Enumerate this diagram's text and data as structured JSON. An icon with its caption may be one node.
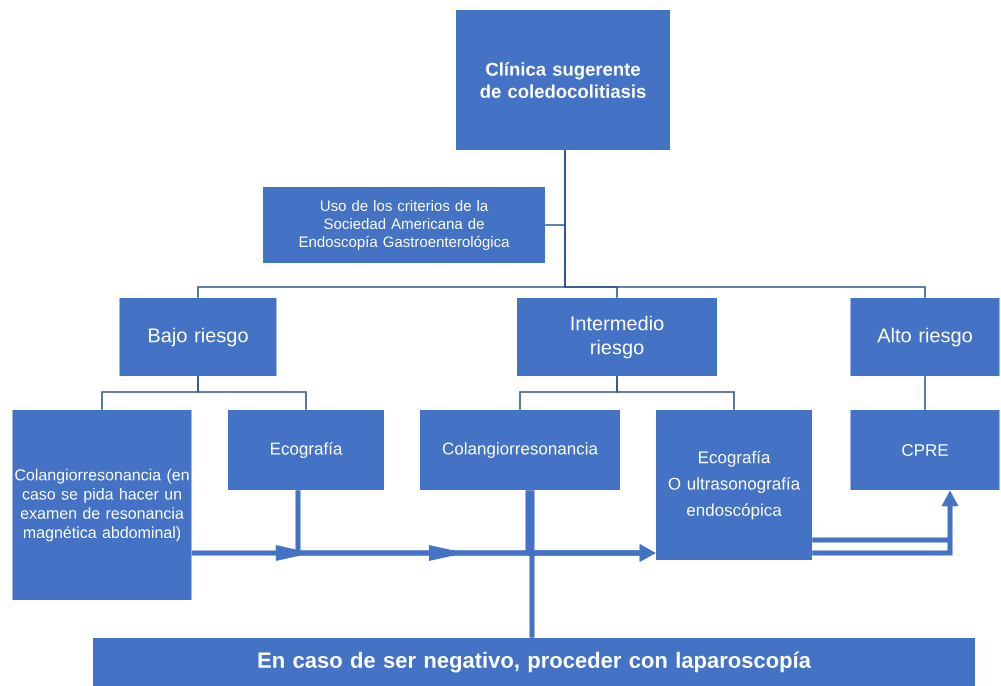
{
  "diagram": {
    "nodes": [
      {
        "text": [
          "Clínica sugerente de coledocolitiasis"
        ]
      },
      {
        "text": [
          "Uso de los criterios de la Sociedad Americana de Endoscopía Gastroenterológica"
        ]
      },
      {
        "text": [
          "Bajo riesgo"
        ]
      },
      {
        "text": [
          "Intermedio riesgo"
        ]
      },
      {
        "text": [
          "Alto riesgo"
        ]
      },
      {
        "text": [
          "Colangiorresonancia (en caso se pida hacer un examen de resonancia magnética abdominal)"
        ]
      },
      {
        "text": [
          "Ecografía"
        ]
      },
      {
        "text": [
          "Colangiorresonancia"
        ]
      },
      {
        "text": [
          "Ecografía",
          "O ultrasonografía endoscópica"
        ]
      },
      {
        "text": [
          "CPRE"
        ]
      },
      {
        "text": [
          "En caso de ser negativo, proceder con laparoscopía"
        ]
      }
    ],
    "edges": [
      {
        "from": 1,
        "to": 0,
        "arrow": "none"
      },
      {
        "from": 0,
        "to": 2,
        "arrow": "none"
      },
      {
        "from": 0,
        "to": 3,
        "arrow": "none"
      },
      {
        "from": 0,
        "to": 4,
        "arrow": "none"
      },
      {
        "from": 2,
        "to": 5,
        "arrow": "none"
      },
      {
        "from": 2,
        "to": 6,
        "arrow": "none"
      },
      {
        "from": 3,
        "to": 7,
        "arrow": "none"
      },
      {
        "from": 3,
        "to": 8,
        "arrow": "none"
      },
      {
        "from": 4,
        "to": 9,
        "arrow": "none"
      },
      {
        "from": 5,
        "to": 8,
        "arrow": "to",
        "style": "thick",
        "color": "#4472c4"
      },
      {
        "from": 6,
        "to": 8,
        "arrow": "to",
        "style": "thick",
        "color": "#4472c4"
      },
      {
        "from": 7,
        "to": 8,
        "arrow": "to",
        "style": "thick",
        "color": "#4472c4"
      },
      {
        "from": 8,
        "to": 9,
        "arrow": "to",
        "style": "thick",
        "color": "#4472c4"
      },
      {
        "from": 8,
        "to": 9,
        "arrow": "none",
        "style": "thick",
        "color": "#4472c4"
      },
      {
        "from": 7,
        "to": 10,
        "arrow": "none",
        "style": "thick",
        "color": "#4472c4"
      }
    ]
  }
}
